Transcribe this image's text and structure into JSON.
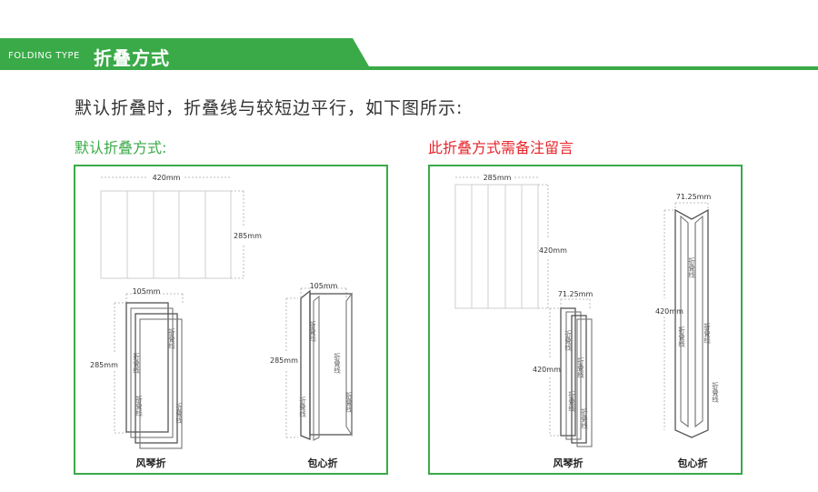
{
  "header": {
    "title_en": "FOLDING TYPE",
    "title_cn": "折叠方式",
    "color": "#3aaa48"
  },
  "intro_text": "默认折叠时，折叠线与较短边平行，如下图所示:",
  "left_panel": {
    "heading": "默认折叠方式:",
    "heading_color": "#3aaa48",
    "sheet_width": "420mm",
    "sheet_height": "285mm",
    "accordion": {
      "width": "105mm",
      "height": "285mm",
      "fold_label": "折叠线",
      "caption": "风琴折"
    },
    "roll": {
      "width": "105mm",
      "height": "285mm",
      "fold_label": "折叠线",
      "caption": "包心折"
    }
  },
  "right_panel": {
    "heading": "此折叠方式需备注留言",
    "heading_color": "#e8242a",
    "sheet_width": "285mm",
    "sheet_height": "420mm",
    "accordion": {
      "width": "71.25mm",
      "height": "420mm",
      "fold_label": "折叠线",
      "caption": "风琴折"
    },
    "roll": {
      "width": "71.25mm",
      "height": "420mm",
      "fold_label": "折叠线",
      "caption": "包心折"
    }
  }
}
